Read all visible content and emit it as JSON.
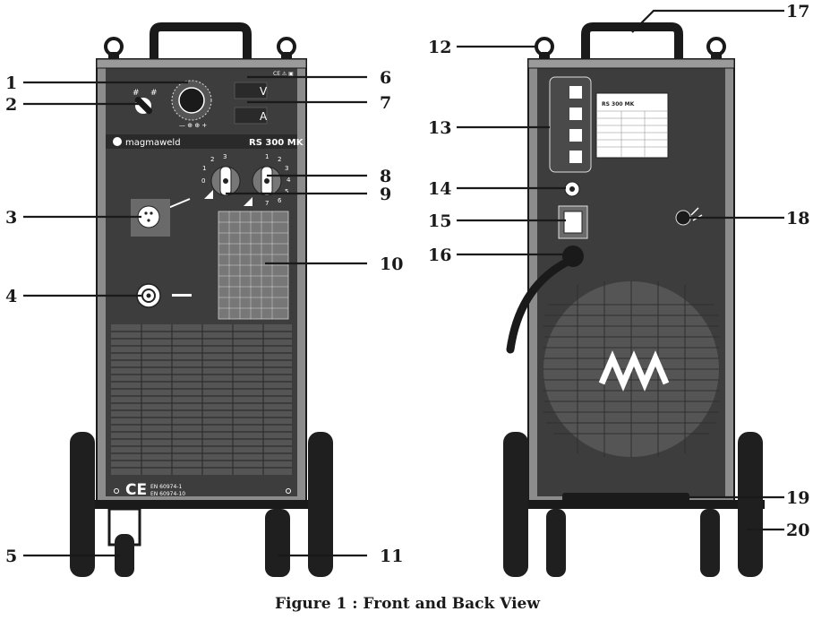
{
  "caption": "Figure 1 : Front and Back View",
  "front": {
    "brand": "magmaweld",
    "model": "RS 300 MK",
    "volt_label": "V",
    "amp_label": "A",
    "standards": [
      "EN 60974-1",
      "EN 60974-10"
    ],
    "ce_mark": "CE",
    "selector_left_ticks": [
      "1",
      "2",
      "3",
      "0"
    ],
    "selector_right_ticks": [
      "1",
      "2",
      "3",
      "4",
      "5",
      "6",
      "7"
    ]
  },
  "back": {
    "rating_title": "RS 300 MK"
  },
  "callouts": [
    {
      "n": "1"
    },
    {
      "n": "2"
    },
    {
      "n": "3"
    },
    {
      "n": "4"
    },
    {
      "n": "5"
    },
    {
      "n": "6"
    },
    {
      "n": "7"
    },
    {
      "n": "8"
    },
    {
      "n": "9"
    },
    {
      "n": "10"
    },
    {
      "n": "11"
    },
    {
      "n": "12"
    },
    {
      "n": "13"
    },
    {
      "n": "14"
    },
    {
      "n": "15"
    },
    {
      "n": "16"
    },
    {
      "n": "17"
    },
    {
      "n": "18"
    },
    {
      "n": "19"
    },
    {
      "n": "20"
    }
  ],
  "colors": {
    "panel": "#3d3d3d",
    "frame": "#8c8c8c",
    "line": "#1a1a1a",
    "wheel": "#1f1f1f"
  }
}
